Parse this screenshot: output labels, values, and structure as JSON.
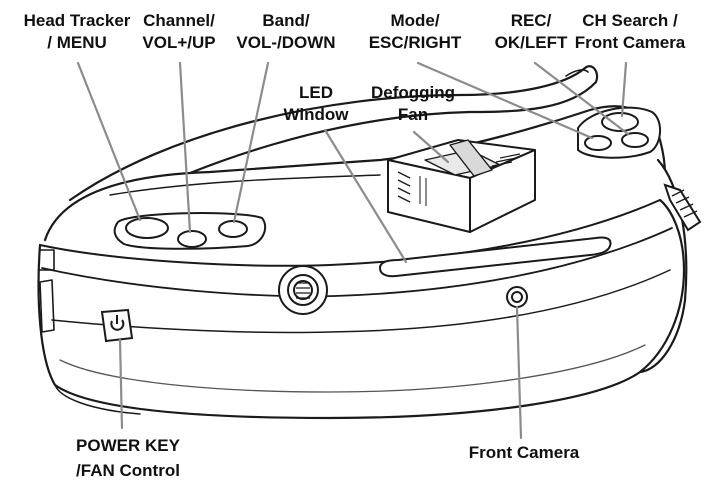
{
  "colors": {
    "ink": "#1a1a1a",
    "leader": "#8c8c8c",
    "paper": "#ffffff",
    "shade": "#e9e9e9"
  },
  "labels": {
    "head_tracker": {
      "line1": "Head Tracker",
      "line2": "/ MENU"
    },
    "channel": {
      "line1": "Channel/",
      "line2": "VOL+/UP"
    },
    "band": {
      "line1": "Band/",
      "line2": "VOL-/DOWN"
    },
    "mode": {
      "line1": "Mode/",
      "line2": "ESC/RIGHT"
    },
    "rec": {
      "line1": "REC/",
      "line2": "OK/LEFT"
    },
    "ch_search": {
      "line1": "CH Search /",
      "line2": "Front Camera"
    },
    "led_window": {
      "line1": "LED",
      "line2": "Window"
    },
    "defogging_fan": {
      "line1": "Defogging",
      "line2": "Fan"
    },
    "power_key": {
      "line1": "POWER KEY",
      "line2": "/FAN Control"
    },
    "front_camera": {
      "line1": "Front Camera"
    }
  },
  "icons": {
    "power": "power-symbol"
  }
}
